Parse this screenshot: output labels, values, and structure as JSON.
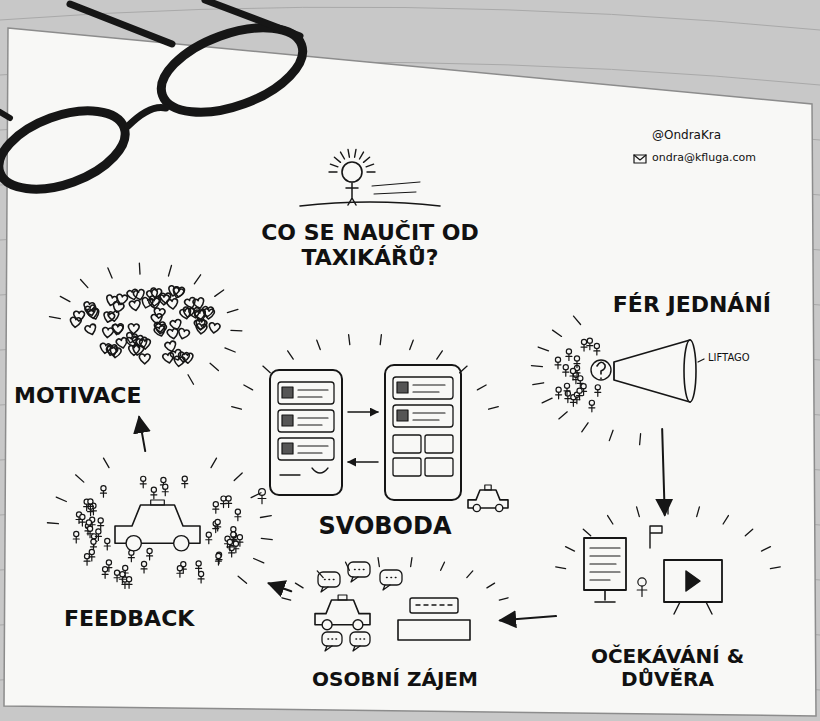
{
  "diagram": {
    "title": "CO SE NAUČIT OD TAXIKÁŘŮ?",
    "nodes": [
      {
        "text": [
          "MOTIVACE"
        ]
      },
      {
        "text": [
          "FÉR JEDNÁNÍ"
        ]
      },
      {
        "text": [
          "SVOBODA"
        ]
      },
      {
        "text": [
          "FEEDBACK"
        ]
      },
      {
        "text": [
          "OSOBNÍ ZÁJEM"
        ]
      },
      {
        "text": [
          "OČEKÁVÁNÍ & DŮVĚRA"
        ]
      }
    ],
    "edges": [
      {
        "from": 1,
        "to": 5,
        "arrow": "to"
      },
      {
        "from": 5,
        "to": 4,
        "arrow": "to"
      },
      {
        "from": 4,
        "to": 3,
        "arrow": "to"
      },
      {
        "from": 3,
        "to": 0,
        "arrow": "to"
      }
    ],
    "labels": [
      "@OndraKra",
      "ondra@kfluga.com",
      "LIFTAGO"
    ]
  }
}
